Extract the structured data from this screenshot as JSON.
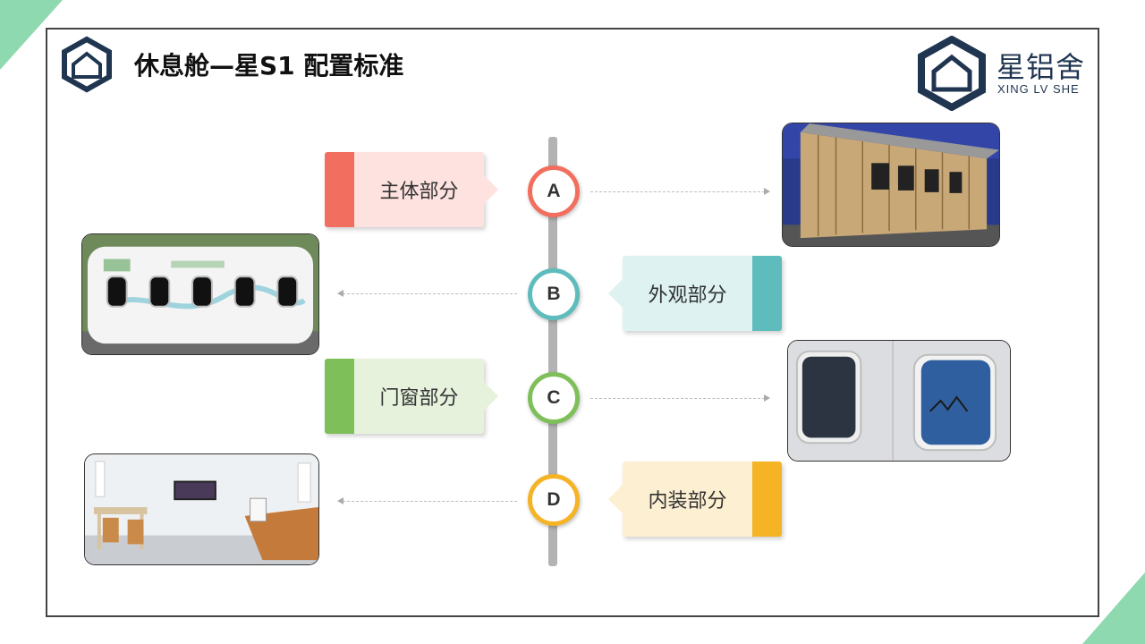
{
  "header": {
    "title": "休息舱—星S1 配置标准"
  },
  "brand": {
    "name_cn": "星铝舍",
    "name_en": "XING LV SHE"
  },
  "sections": [
    {
      "letter": "A",
      "label": "主体部分",
      "color": "#f26e5f",
      "card_bg": "#fde2df"
    },
    {
      "letter": "B",
      "label": "外观部分",
      "color": "#5fbcbc",
      "card_bg": "#def2f2"
    },
    {
      "letter": "C",
      "label": "门窗部分",
      "color": "#7fbf5a",
      "card_bg": "#e6f2dc"
    },
    {
      "letter": "D",
      "label": "内装部分",
      "color": "#f5b326",
      "card_bg": "#fdf0d2"
    }
  ],
  "photos": {
    "a": {
      "icon": "frame-structure-photo"
    },
    "b": {
      "icon": "pod-exterior-photo"
    },
    "c": {
      "icon": "windows-photo"
    },
    "d": {
      "icon": "interior-photo"
    }
  }
}
